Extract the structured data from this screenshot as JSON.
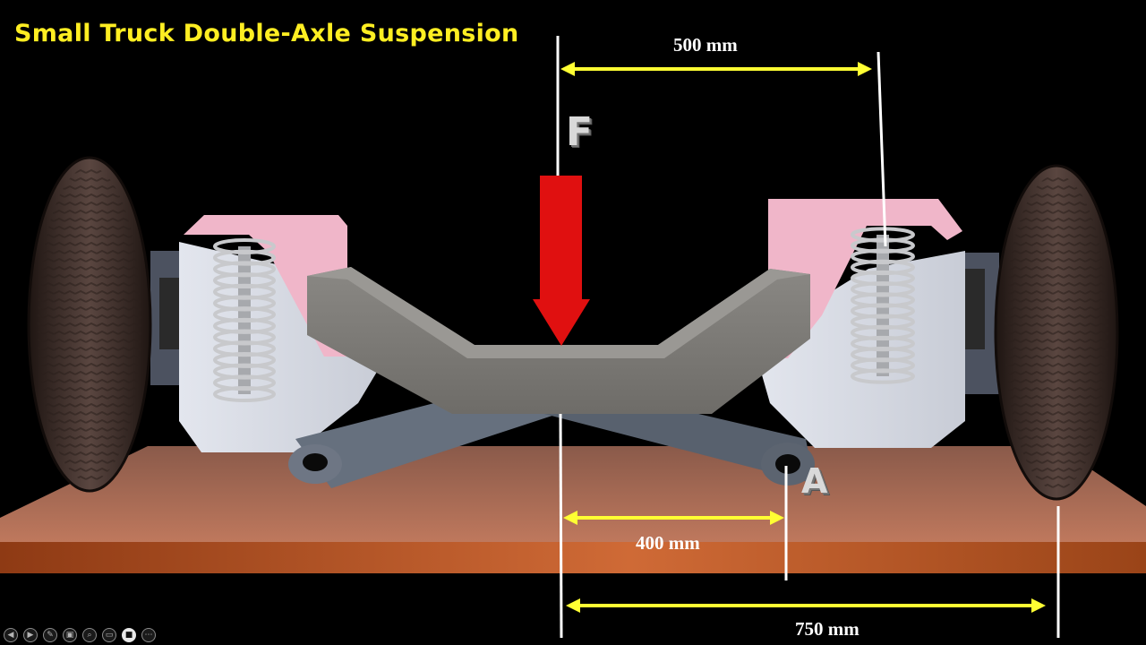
{
  "title": "Small Truck Double-Axle Suspension",
  "labels": {
    "force": "F",
    "pivot": "A"
  },
  "dimensions": {
    "top": "500 mm",
    "middle": "400 mm",
    "bottom": "750 mm"
  },
  "colors": {
    "title": "#ffee22",
    "arrow_force": "#e01010",
    "dimension_arrow": "#ffff33",
    "base_plate": "#b0603a",
    "spring_mount": "#f0b6c9"
  },
  "toolbar": {
    "buttons": [
      {
        "icon": "previous-icon",
        "glyph": "◀"
      },
      {
        "icon": "next-icon",
        "glyph": "▶"
      },
      {
        "icon": "pen-icon",
        "glyph": "✎"
      },
      {
        "icon": "slides-icon",
        "glyph": "▣"
      },
      {
        "icon": "zoom-icon",
        "glyph": "⌕"
      },
      {
        "icon": "subtitles-icon",
        "glyph": "▭"
      },
      {
        "icon": "camera-icon",
        "glyph": "■"
      },
      {
        "icon": "more-icon",
        "glyph": "⋯"
      }
    ]
  }
}
